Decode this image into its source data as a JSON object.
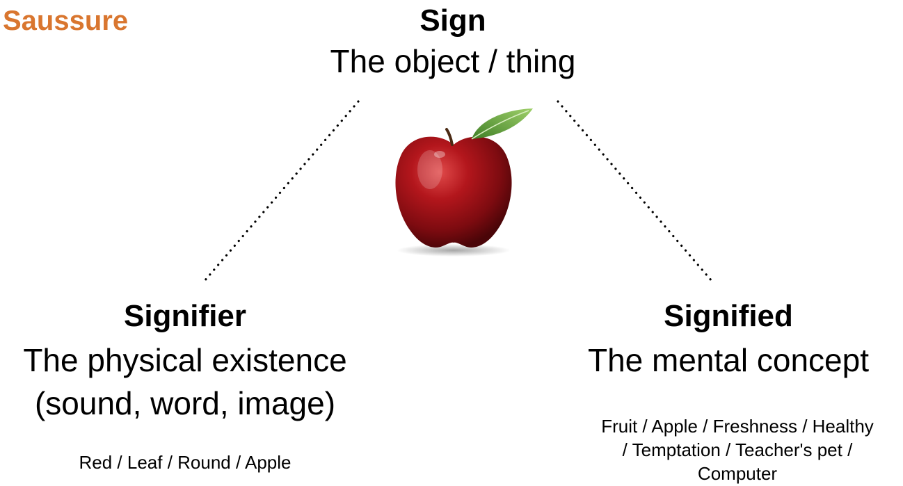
{
  "title": "Saussure",
  "sign": {
    "heading": "Sign",
    "description": "The object / thing"
  },
  "signifier": {
    "heading": "Signifier",
    "description_line1": "The physical existence",
    "description_line2": "(sound, word, image)",
    "examples": "Red / Leaf / Round / Apple"
  },
  "signified": {
    "heading": "Signified",
    "description": "The mental concept",
    "examples_line1": "Fruit / Apple / Freshness  / Healthy",
    "examples_line2": "/ Temptation / Teacher's pet /",
    "examples_line3": "Computer"
  },
  "colors": {
    "title": "#d9762f",
    "apple": "#a01418",
    "leaf": "#6fae3e"
  },
  "icons": {
    "center_image": "apple-icon"
  }
}
